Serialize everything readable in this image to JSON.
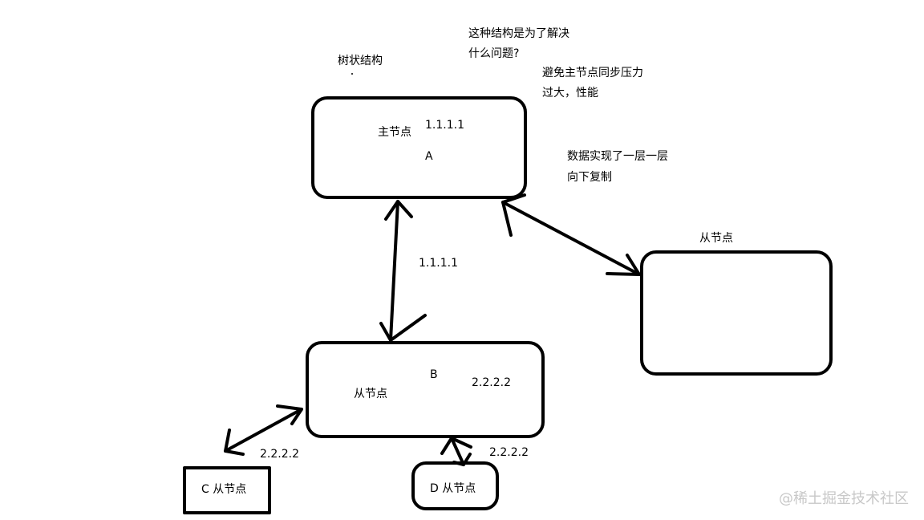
{
  "labels": {
    "tree": "树状结构",
    "question_1": "这种结构是为了解决",
    "question_2": "什么问题?",
    "answer_1": "避免主节点同步压力",
    "answer_2": "过大，性能",
    "data_1": "数据实现了一层一层",
    "data_2": "向下复制",
    "node_a_role": "主节点",
    "node_a_ip": "1.1.1.1",
    "node_a_name": "A",
    "edge_ab_ip": "1.1.1.1",
    "node_right_role": "从节点",
    "node_b_name": "B",
    "node_b_ip": "2.2.2.2",
    "node_b_role": "从节点",
    "edge_bc_ip": "2.2.2.2",
    "edge_bd_ip": "2.2.2.2",
    "node_c_label": "C  从节点",
    "node_d_label": "D 从节点",
    "watermark": "@稀土掘金技术社区"
  },
  "colors": {
    "stroke": "#000000",
    "watermark": "#c8c8c8"
  }
}
